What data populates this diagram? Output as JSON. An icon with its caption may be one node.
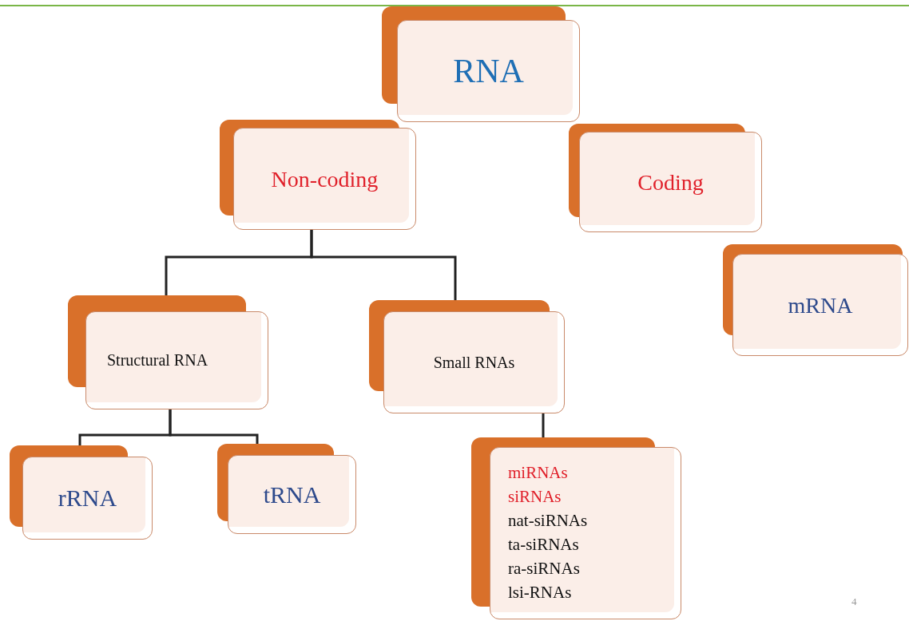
{
  "diagram": {
    "nodes": [
      {
        "text": [
          "RNA"
        ]
      },
      {
        "text": [
          "Non-coding"
        ]
      },
      {
        "text": [
          "Coding"
        ]
      },
      {
        "text": [
          "Structural RNA"
        ]
      },
      {
        "text": [
          "Small RNAs"
        ]
      },
      {
        "text": [
          "mRNA"
        ]
      },
      {
        "text": [
          "rRNA"
        ]
      },
      {
        "text": [
          "tRNA"
        ]
      },
      {
        "text": [
          "miRNAs",
          "siRNAs",
          "nat-siRNAs",
          "ta-siRNAs",
          "ra-siRNAs",
          "lsi-RNAs"
        ]
      }
    ],
    "edges": [
      {
        "from": 1,
        "to": 3,
        "arrow": "none"
      },
      {
        "from": 1,
        "to": 4,
        "arrow": "none"
      },
      {
        "from": 3,
        "to": 6,
        "arrow": "none"
      },
      {
        "from": 3,
        "to": 7,
        "arrow": "none"
      },
      {
        "from": 4,
        "to": 8,
        "arrow": "none"
      }
    ],
    "labels": [
      "4"
    ]
  }
}
